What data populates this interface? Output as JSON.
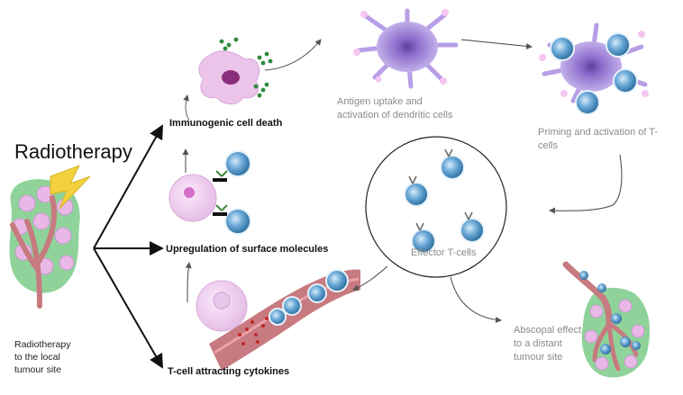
{
  "title": "Radiotherapy",
  "labels": {
    "radio_site": "Radiotherapy\nto the local\ntumour site",
    "icd": "Immunogenic cell death",
    "upreg": "Upregulation of surface molecules",
    "cytokines": "T-cell attracting cytokines",
    "antigen": "Antigen uptake and\nactivation of dendritic cells",
    "priming": "Priming and activation of T-\ncells",
    "effector": "Effector T-cells",
    "abscopal": "Abscopal effect\nto a distant\ntumour site"
  },
  "colors": {
    "tumour_green": "#8fd39a",
    "tumour_cell": "#e9b8e6",
    "vessel": "#c77a7f",
    "lightning": "#f2d13c",
    "dendritic": "#a88ad6",
    "tcell_blue": "#3f84b8",
    "cytokine_red": "#c0282a",
    "debris_green": "#2e8a3c"
  }
}
